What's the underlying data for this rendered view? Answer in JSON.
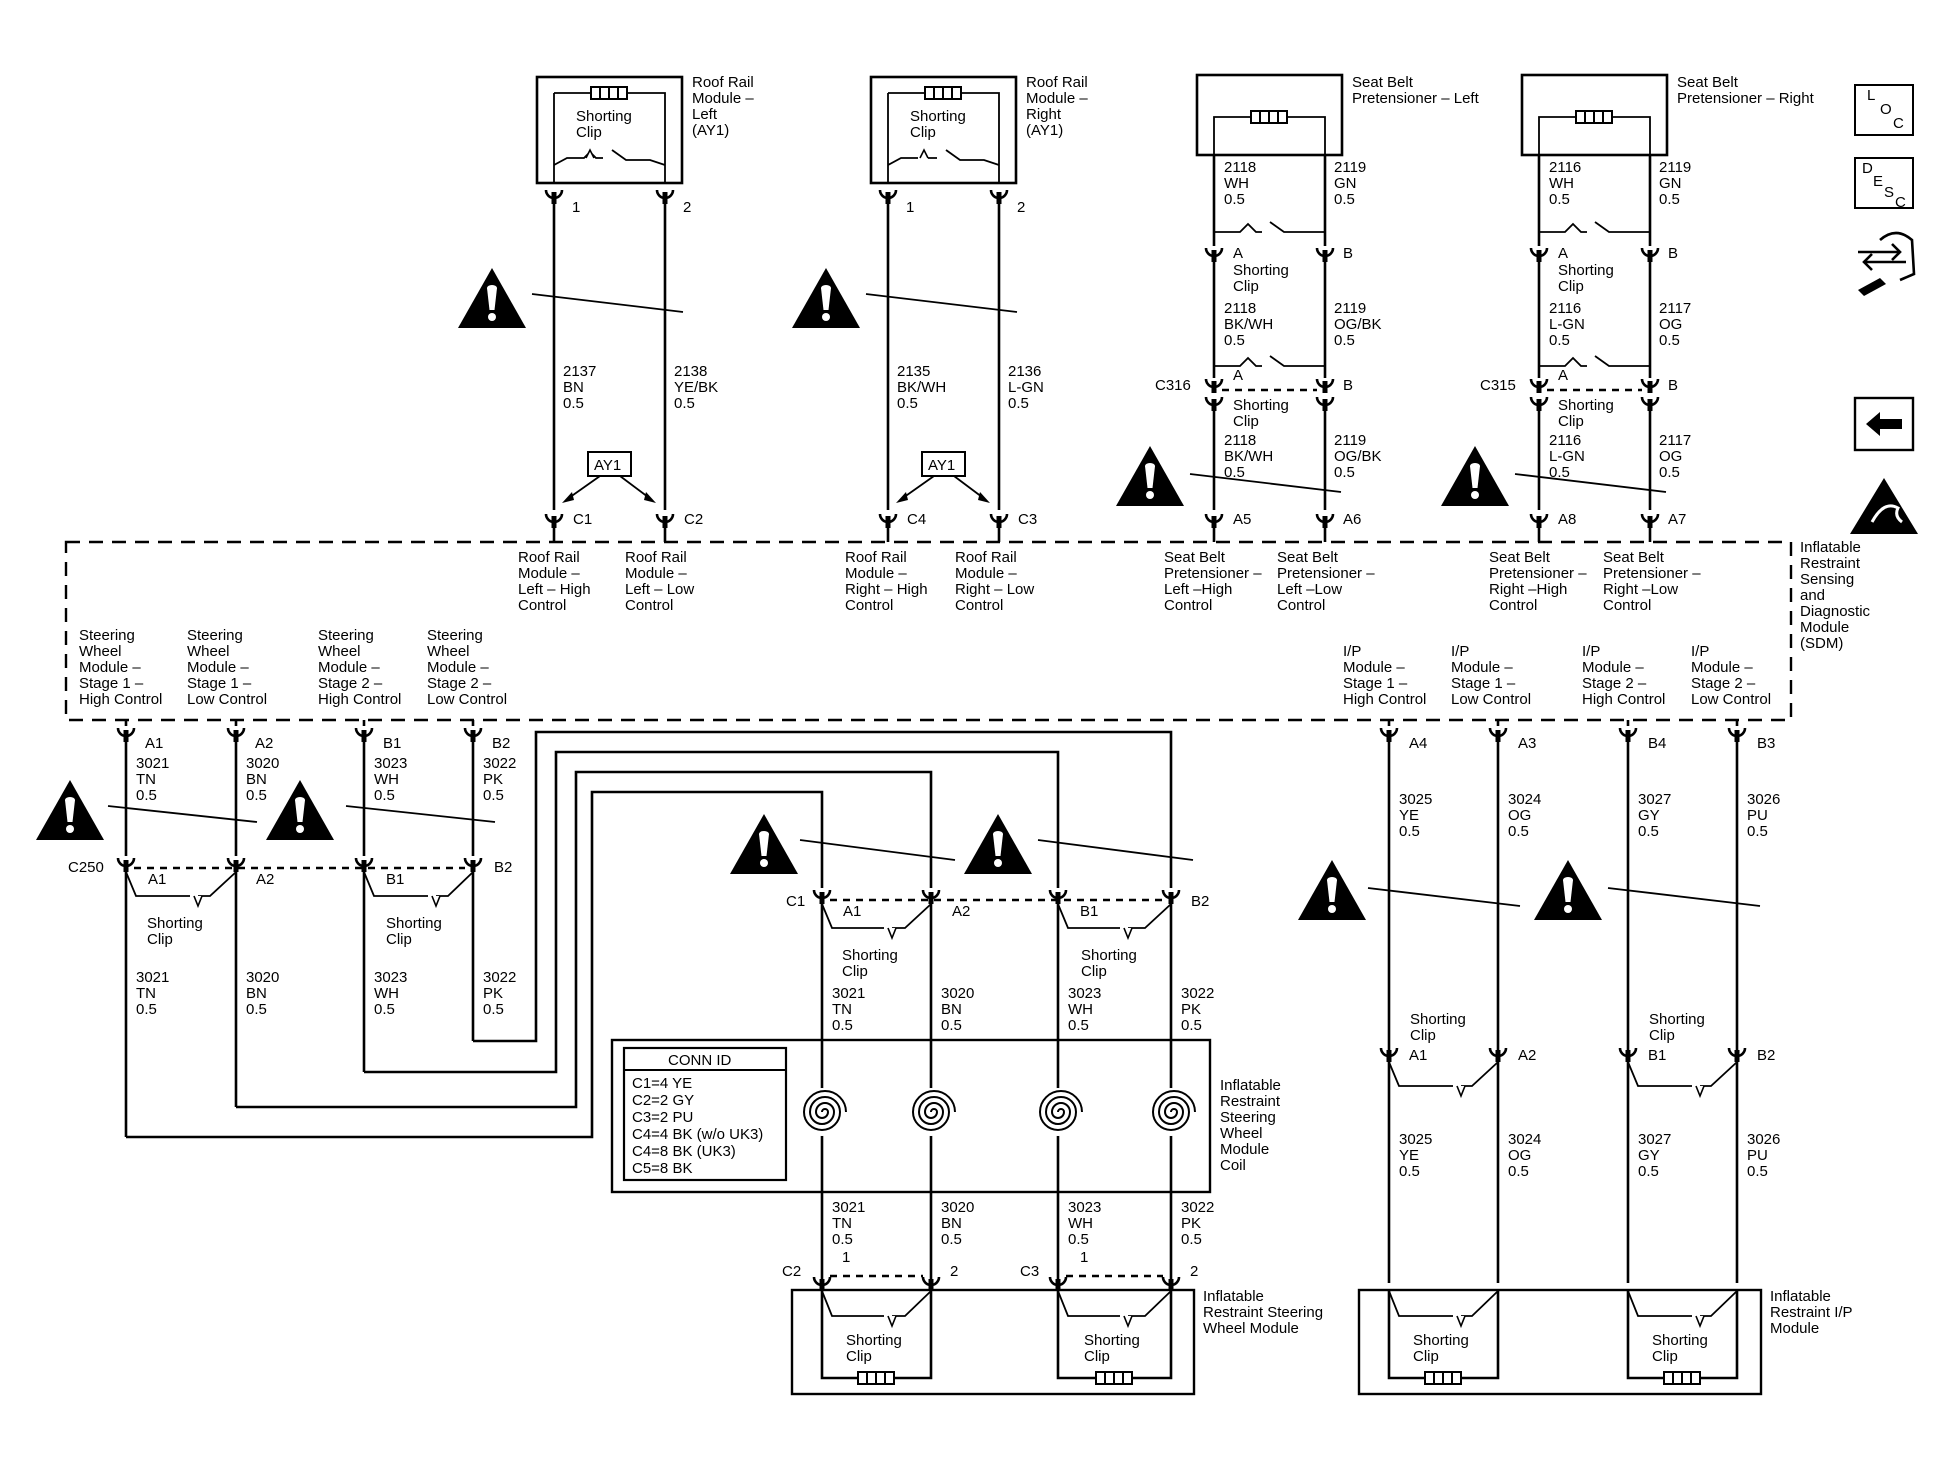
{
  "sdm": {
    "label": [
      "Inflatable",
      "Restraint",
      "Sensing",
      "and",
      "Diagnostic",
      "Module",
      "(SDM)"
    ]
  },
  "icons": {
    "loc": [
      "L",
      "O",
      "C"
    ],
    "desc": [
      "D",
      "E",
      "S",
      "C"
    ]
  },
  "modules": {
    "roof_left": {
      "name": [
        "Roof Rail",
        "Module –",
        "Left",
        "(AY1)"
      ],
      "clip": [
        "Shorting",
        "Clip"
      ],
      "pin1": "1",
      "pin2": "2"
    },
    "roof_right": {
      "name": [
        "Roof Rail",
        "Module –",
        "Right",
        "(AY1)"
      ],
      "clip": [
        "Shorting",
        "Clip"
      ],
      "pin1": "1",
      "pin2": "2"
    },
    "sb_left": {
      "name": [
        "Seat Belt",
        "Pretensioner – Left"
      ]
    },
    "sb_right": {
      "name": [
        "Seat Belt",
        "Pretensioner – Right"
      ]
    },
    "sw_module": {
      "name": [
        "Inflatable",
        "Restraint Steering",
        "Wheel Module"
      ],
      "clip": [
        "Shorting",
        "Clip"
      ]
    },
    "ip_module": {
      "name": [
        "Inflatable",
        "Restraint I/P",
        "Module"
      ],
      "clip": [
        "Shorting",
        "Clip"
      ]
    },
    "coil": {
      "name": [
        "Inflatable",
        "Restraint",
        "Steering",
        "Wheel",
        "Module",
        "Coil"
      ]
    }
  },
  "options": {
    "ay1_left": "AY1",
    "ay1_right": "AY1"
  },
  "wires": {
    "w2137": [
      "2137",
      "BN",
      "0.5"
    ],
    "w2138": [
      "2138",
      "YE/BK",
      "0.5"
    ],
    "w2135": [
      "2135",
      "BK/WH",
      "0.5"
    ],
    "w2136": [
      "2136",
      "L-GN",
      "0.5"
    ],
    "w2118a": [
      "2118",
      "WH",
      "0.5"
    ],
    "w2119a": [
      "2119",
      "GN",
      "0.5"
    ],
    "w2118b": [
      "2118",
      "BK/WH",
      "0.5"
    ],
    "w2119b": [
      "2119",
      "OG/BK",
      "0.5"
    ],
    "w2118c": [
      "2118",
      "BK/WH",
      "0.5"
    ],
    "w2119c": [
      "2119",
      "OG/BK",
      "0.5"
    ],
    "w2116a": [
      "2116",
      "WH",
      "0.5"
    ],
    "w2119d": [
      "2119",
      "GN",
      "0.5"
    ],
    "w2116b": [
      "2116",
      "L-GN",
      "0.5"
    ],
    "w2117a": [
      "2117",
      "OG",
      "0.5"
    ],
    "w2116c": [
      "2116",
      "L-GN",
      "0.5"
    ],
    "w2117b": [
      "2117",
      "OG",
      "0.5"
    ],
    "w3021": [
      "3021",
      "TN",
      "0.5"
    ],
    "w3020": [
      "3020",
      "BN",
      "0.5"
    ],
    "w3023": [
      "3023",
      "WH",
      "0.5"
    ],
    "w3022": [
      "3022",
      "PK",
      "0.5"
    ],
    "w3025": [
      "3025",
      "YE",
      "0.5"
    ],
    "w3024": [
      "3024",
      "OG",
      "0.5"
    ],
    "w3027": [
      "3027",
      "GY",
      "0.5"
    ],
    "w3026": [
      "3026",
      "PU",
      "0.5"
    ]
  },
  "connectors": {
    "c316": "C316",
    "c315": "C315",
    "c250": "C250",
    "c1": "C1",
    "c2": "C2",
    "c3": "C3",
    "c4": "C4",
    "a": "A",
    "b": "B",
    "a1": "A1",
    "a2": "A2",
    "b1": "B1",
    "b2": "B2",
    "a3": "A3",
    "a4": "A4",
    "a5": "A5",
    "a6": "A6",
    "a7": "A7",
    "a8": "A8",
    "b3": "B3",
    "b4": "B4",
    "p1": "1",
    "p2": "2"
  },
  "shorting_clip": [
    "Shorting",
    "Clip"
  ],
  "sdm_pins": {
    "roof_left_high": [
      "Roof Rail",
      "Module –",
      "Left – High",
      "Control"
    ],
    "roof_left_low": [
      "Roof Rail",
      "Module –",
      "Left – Low",
      "Control"
    ],
    "roof_right_high": [
      "Roof Rail",
      "Module –",
      "Right – High",
      "Control"
    ],
    "roof_right_low": [
      "Roof Rail",
      "Module –",
      "Right – Low",
      "Control"
    ],
    "sb_left_high": [
      "Seat Belt",
      "Pretensioner –",
      "Left –High",
      "Control"
    ],
    "sb_left_low": [
      "Seat Belt",
      "Pretensioner –",
      "Left –Low",
      "Control"
    ],
    "sb_right_high": [
      "Seat Belt",
      "Pretensioner –",
      "Right –High",
      "Control"
    ],
    "sb_right_low": [
      "Seat Belt",
      "Pretensioner –",
      "Right –Low",
      "Control"
    ],
    "sw1_high": [
      "Steering",
      "Wheel",
      "Module –",
      "Stage 1 –",
      "High Control"
    ],
    "sw1_low": [
      "Steering",
      "Wheel",
      "Module –",
      "Stage 1 –",
      "Low Control"
    ],
    "sw2_high": [
      "Steering",
      "Wheel",
      "Module –",
      "Stage 2 –",
      "High Control"
    ],
    "sw2_low": [
      "Steering",
      "Wheel",
      "Module –",
      "Stage 2 –",
      "Low Control"
    ],
    "ip1_high": [
      "I/P",
      "Module –",
      "Stage 1 –",
      "High Control"
    ],
    "ip1_low": [
      "I/P",
      "Module –",
      "Stage 1 –",
      "Low Control"
    ],
    "ip2_high": [
      "I/P",
      "Module –",
      "Stage 2 –",
      "High Control"
    ],
    "ip2_low": [
      "I/P",
      "Module –",
      "Stage 2 –",
      "Low Control"
    ]
  },
  "conn_id": {
    "title": "CONN ID",
    "lines": [
      "C1=4 YE",
      "C2=2 GY",
      "C3=2 PU",
      "C4=4 BK (w/o UK3)",
      "C4=8 BK (UK3)",
      "C5=8 BK"
    ]
  }
}
